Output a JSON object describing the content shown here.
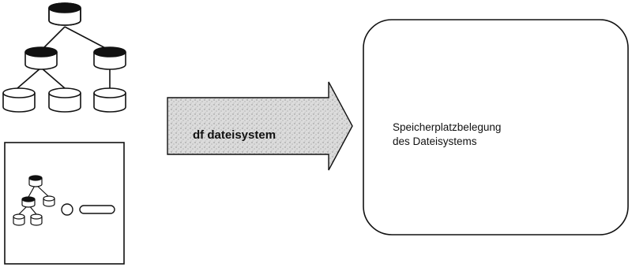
{
  "command": {
    "label": "df dateisystem"
  },
  "output": {
    "line1": "Speicherplatzbelegung",
    "line2": "des Dateisystems"
  },
  "colors": {
    "ink": "#111111",
    "arrow_fill": "#d9d9d9",
    "paper": "#ffffff"
  },
  "icons": {
    "tree": "filesystem-tree-icon",
    "disk_filled": "disk-mounted-icon",
    "disk_empty": "disk-icon"
  }
}
